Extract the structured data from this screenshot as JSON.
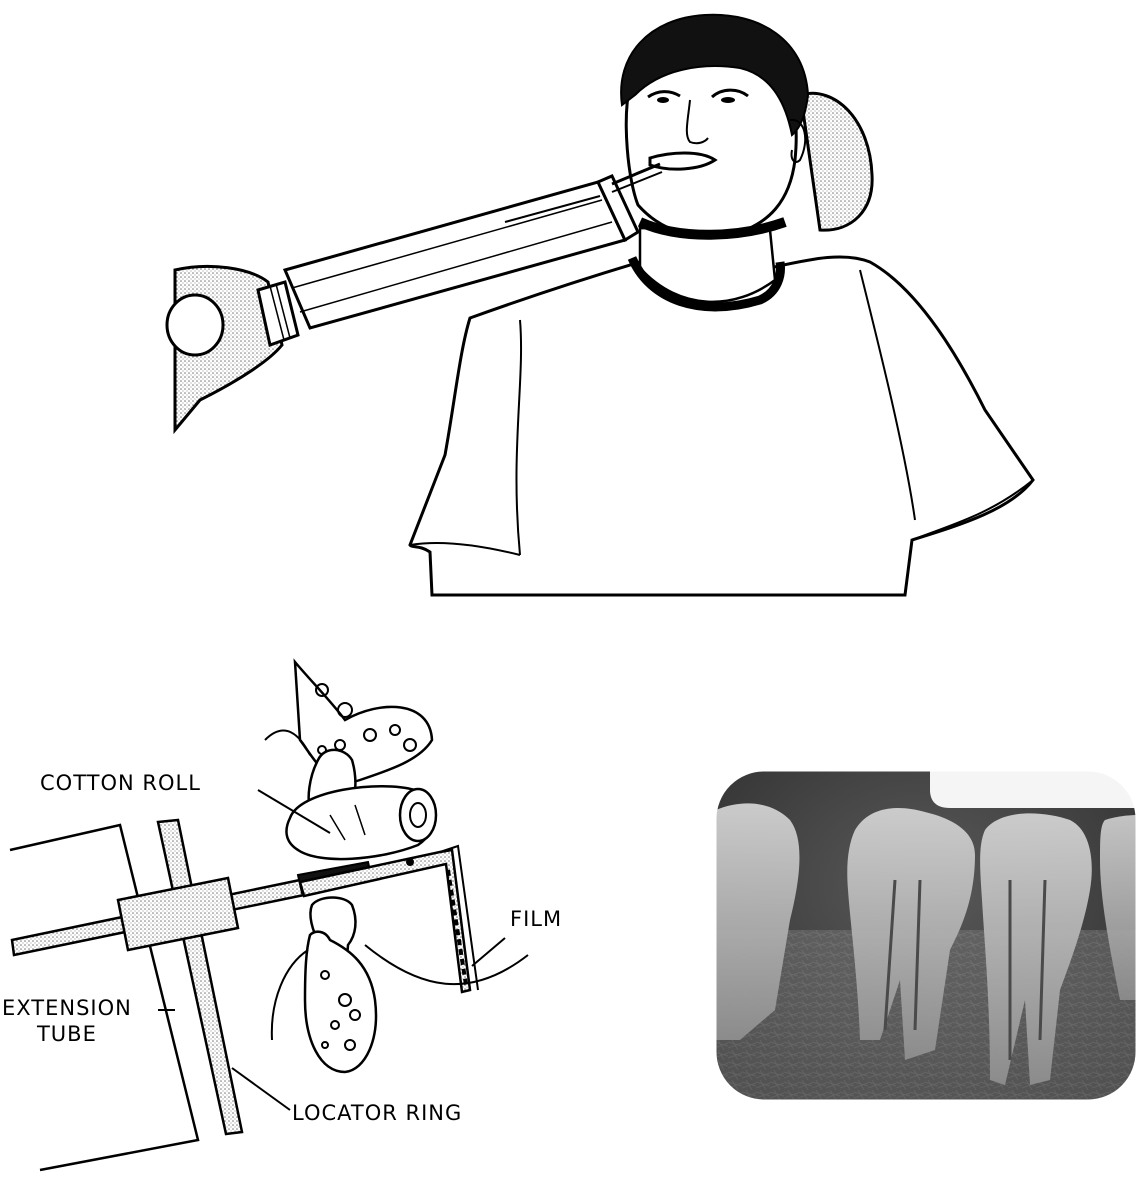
{
  "labels": {
    "cotton_roll": "COTTON ROLL",
    "film": "FILM",
    "extension_tube_line1": "EXTENSION",
    "extension_tube_line2": "TUBE",
    "locator_ring": "LOCATOR RING"
  }
}
